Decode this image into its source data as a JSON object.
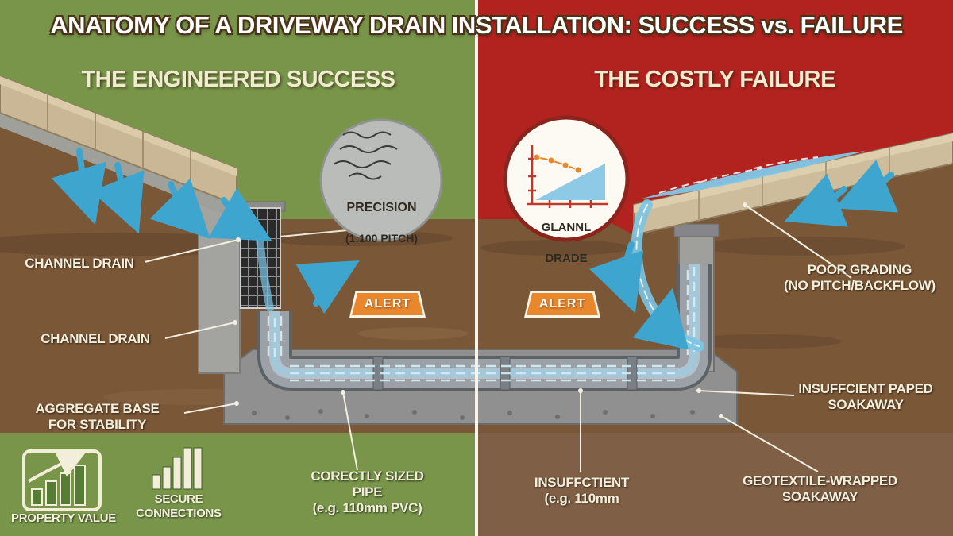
{
  "title": "ANATOMY OF A DRIVEWAY DRAIN INSTALLATION: SUCCESS vs. FAILURE",
  "colors": {
    "success_green": "#78954a",
    "failure_red": "#b2231f",
    "soil_brown": "#7a5737",
    "water_blue": "#3ea6ce",
    "alert_orange": "#e8872b",
    "cream_text": "#f3eeda"
  },
  "left": {
    "heading": "THE ENGINEERED SUCCESS",
    "callout": {
      "line1": "PRECISION",
      "line2": "(1:100 PITCH)"
    },
    "alert_label": "ALERT",
    "labels": {
      "channel_drain_upper": "CHANNEL DRAIN",
      "channel_drain_lower": "CHANNEL DRAIN",
      "aggregate_base": "AGGREGATE BASE\nFOR STABILITY",
      "pipe": "CORECTLY SIZED\nPIPE\n(e.g. 110mm PVC)"
    },
    "footer": {
      "property_value": "PROPERTY VALUE",
      "secure_connections": "SECURE\nCONNECTIONS"
    }
  },
  "right": {
    "heading": "THE COSTLY FAILURE",
    "callout": {
      "line1": "GLANNL",
      "line2": "DRADE"
    },
    "alert_label": "ALERT",
    "labels": {
      "poor_grading": "POOR GRADING\n(NO PITCH/BACKFLOW)",
      "soakaway_upper": "INSUFFCIENT PAPED\nSOAKAWAY",
      "pipe": "INSUFFCTIENT\n(e.g. 110mm",
      "soakaway_lower": "GEOTEXTILE-WRAPPED\nSOAKAWAY"
    }
  }
}
